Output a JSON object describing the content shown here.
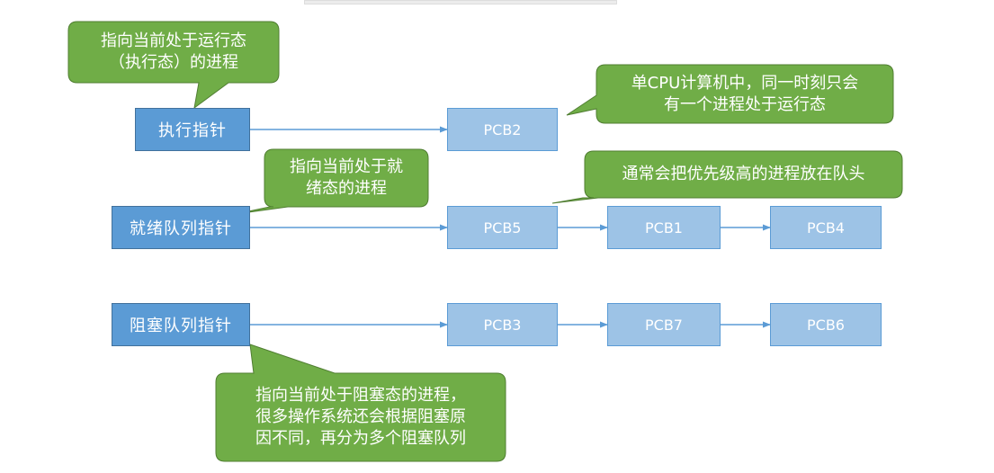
{
  "colors": {
    "pointer_fill": "#5b9bd5",
    "pointer_border": "#41719c",
    "pcb_fill": "#9dc3e6",
    "pcb_border": "#5b9bd5",
    "callout_fill": "#70ad47",
    "callout_border": "#507e32",
    "arrow": "#5b9bd5",
    "text": "#ffffff"
  },
  "pointers": {
    "running": "执行指针",
    "ready": "就绪队列指针",
    "blocked": "阻塞队列指针"
  },
  "pcbs": {
    "running": [
      "PCB2"
    ],
    "ready": [
      "PCB5",
      "PCB1",
      "PCB4"
    ],
    "blocked": [
      "PCB3",
      "PCB7",
      "PCB6"
    ]
  },
  "callouts": {
    "running_pointer": "指向当前处于运行态\n（执行态）的进程",
    "single_cpu": "单CPU计算机中，同一时刻只会\n有一个进程处于运行态",
    "ready_pointer": "指向当前处于就\n绪态的进程",
    "ready_order": "通常会把优先级高的进程放在队头",
    "blocked_pointer": "指向当前处于阻塞态的进程，\n很多操作系统还会根据阻塞原\n因不同，再分为多个阻塞队列"
  }
}
